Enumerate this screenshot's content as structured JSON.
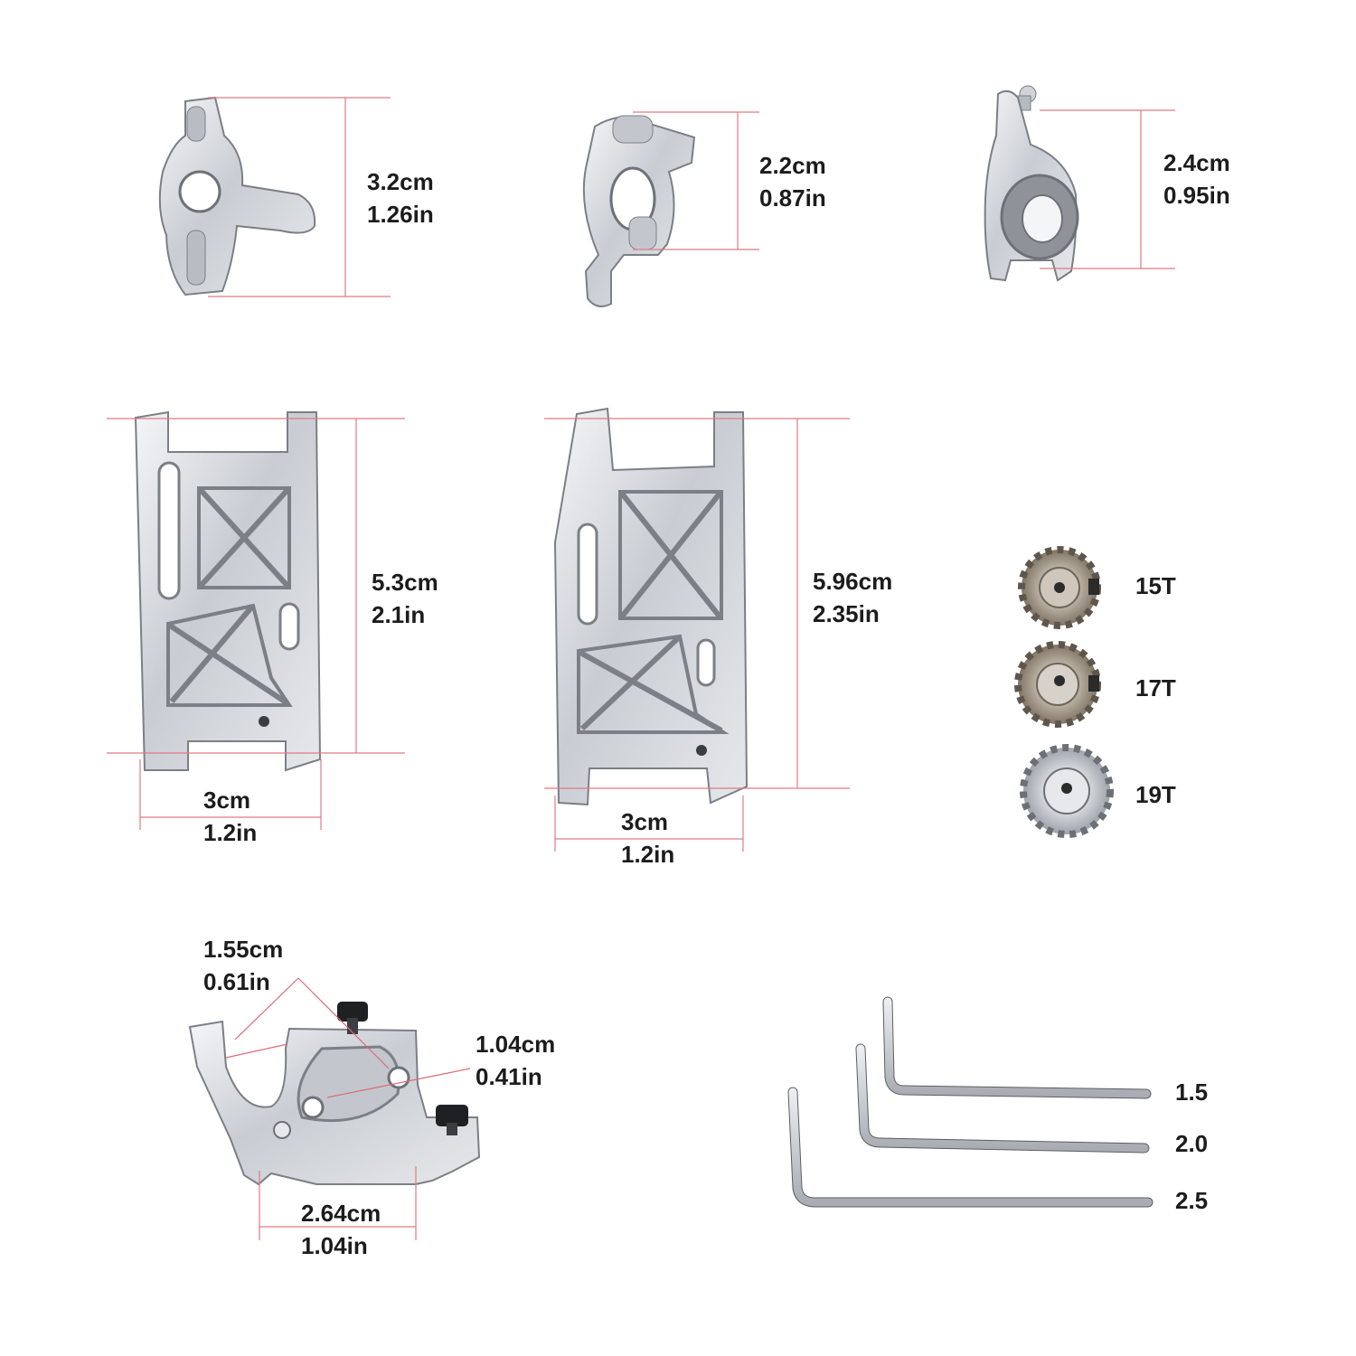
{
  "colors": {
    "background": "#ffffff",
    "metal": "#d7dadf",
    "dimension_line": "#e07a85",
    "label_text": "#1c1c1c",
    "gear_bronze": "#9c8f7d"
  },
  "labels": {
    "steering_knuckle": {
      "cm": "3.2cm",
      "in": "1.26in"
    },
    "c_hub": {
      "cm": "2.2cm",
      "in": "0.87in"
    },
    "rear_hub": {
      "cm": "2.4cm",
      "in": "0.95in"
    },
    "arm_left_height": {
      "cm": "5.3cm",
      "in": "2.1in"
    },
    "arm_left_width": {
      "cm": "3cm",
      "in": "1.2in"
    },
    "arm_right_height": {
      "cm": "5.96cm",
      "in": "2.35in"
    },
    "arm_right_width": {
      "cm": "3cm",
      "in": "1.2in"
    },
    "mount_slot": {
      "cm": "1.55cm",
      "in": "0.61in"
    },
    "mount_hole": {
      "cm": "1.04cm",
      "in": "0.41in"
    },
    "mount_base": {
      "cm": "2.64cm",
      "in": "1.04in"
    },
    "gears": [
      "15T",
      "17T",
      "19T"
    ],
    "hex_keys": [
      "1.5",
      "2.0",
      "2.5"
    ]
  },
  "icons": [
    "steering-knuckle",
    "c-hub-carrier",
    "rear-hub-carrier",
    "suspension-arm",
    "pinion-gear",
    "motor-mount",
    "hex-key"
  ]
}
